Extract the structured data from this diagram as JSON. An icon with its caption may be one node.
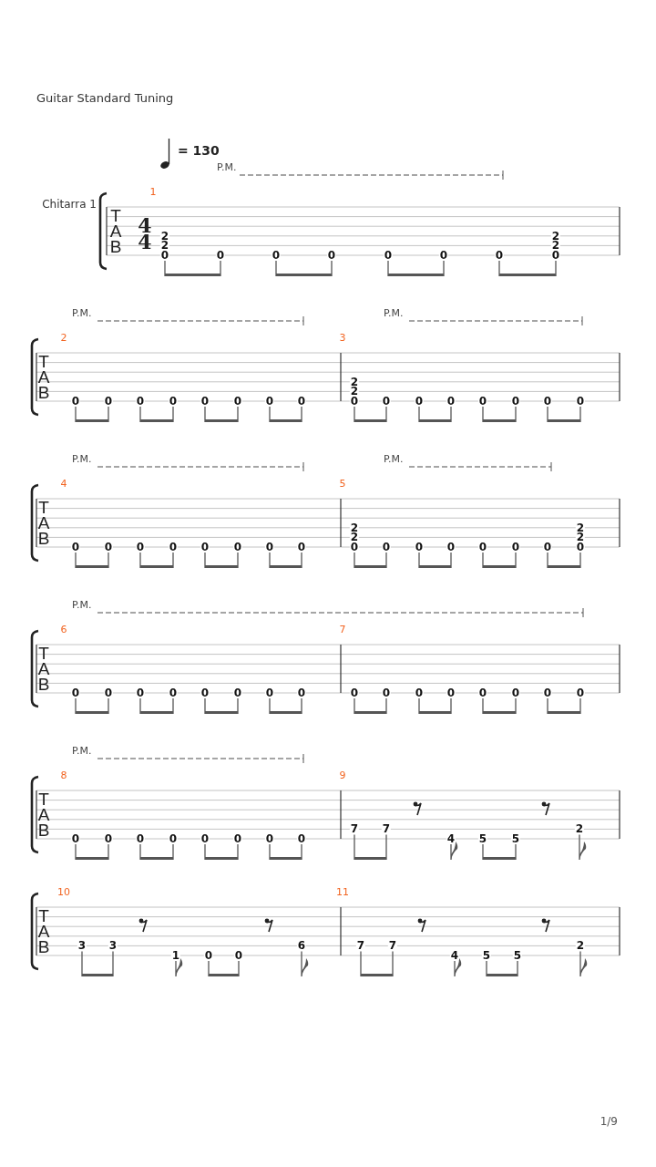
{
  "diagram": {
    "title": "Guitar Standard Tuning",
    "labels": [
      "= 130",
      "P.M.",
      "1",
      "Chitarra 1",
      "T",
      "A",
      "B",
      "4",
      "4",
      "2",
      "2",
      "0",
      "0",
      "0",
      "0",
      "0",
      "0",
      "0",
      "2",
      "2",
      "0",
      "P.M.",
      "P.M.",
      "2",
      "3",
      "T",
      "A",
      "B",
      "0",
      "0",
      "0",
      "0",
      "0",
      "0",
      "0",
      "0",
      "2",
      "2",
      "0",
      "0",
      "0",
      "0",
      "0",
      "0",
      "0",
      "0",
      "P.M.",
      "P.M.",
      "4",
      "5",
      "T",
      "A",
      "B",
      "0",
      "0",
      "0",
      "0",
      "0",
      "0",
      "0",
      "0",
      "2",
      "2",
      "0",
      "0",
      "0",
      "0",
      "0",
      "0",
      "0",
      "2",
      "2",
      "0",
      "P.M.",
      "6",
      "7",
      "T",
      "A",
      "B",
      "0",
      "0",
      "0",
      "0",
      "0",
      "0",
      "0",
      "0",
      "0",
      "0",
      "0",
      "0",
      "0",
      "0",
      "0",
      "0",
      "P.M.",
      "8",
      "9",
      "T",
      "A",
      "B",
      "0",
      "0",
      "0",
      "0",
      "0",
      "0",
      "0",
      "0",
      "7",
      "7",
      "4",
      "5",
      "5",
      "2",
      "10",
      "11",
      "T",
      "A",
      "B",
      "3",
      "3",
      "1",
      "0",
      "0",
      "6",
      "7",
      "7",
      "4",
      "5",
      "5",
      "2",
      "1/9"
    ]
  }
}
